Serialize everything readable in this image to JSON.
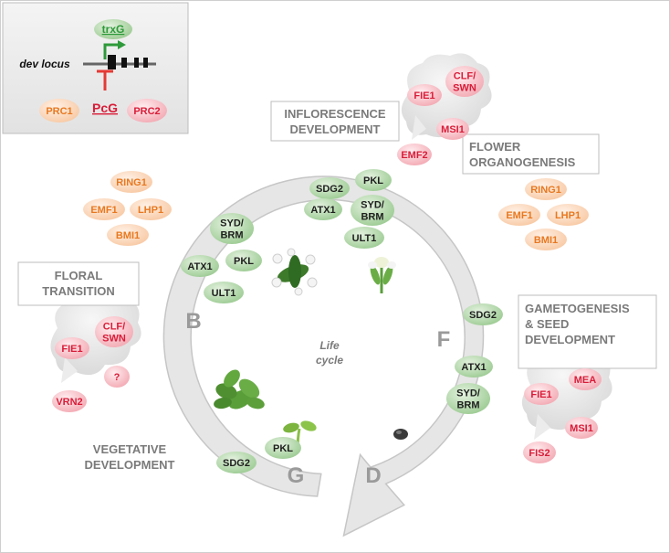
{
  "inset": {
    "locus_label": "dev locus",
    "trxg": "trxG",
    "pcg": "PcG",
    "prc1": "PRC1",
    "prc2": "PRC2"
  },
  "center": {
    "line1": "Life",
    "line2": "cycle"
  },
  "stages": {
    "inflorescence": [
      "INFLORESCENCE",
      "DEVELOPMENT"
    ],
    "flower": [
      "FLOWER",
      "ORGANOGENESIS"
    ],
    "floral": [
      "FLORAL",
      "TRANSITION"
    ],
    "gameto": [
      "GAMETOGENESIS",
      "& SEED",
      "DEVELOPMENT"
    ],
    "vegetative": [
      "VEGETATIVE",
      "DEVELOPMENT"
    ]
  },
  "letters": {
    "b": "B",
    "f": "F",
    "g": "G",
    "d": "D"
  },
  "green_proteins": {
    "inflorescence": [
      "SDG2",
      "PKL",
      "ATX1",
      "SYD/BRM",
      "ULT1"
    ],
    "floral": [
      "SYD/BRM",
      "ATX1",
      "PKL",
      "ULT1"
    ],
    "gameto": [
      "SDG2",
      "ATX1",
      "SYD/BRM"
    ],
    "vegetative": [
      "PKL",
      "SDG2"
    ]
  },
  "prc1_groups": {
    "top_left": [
      "RING1",
      "EMF1",
      "LHP1",
      "BMI1"
    ],
    "right": [
      "RING1",
      "EMF1",
      "LHP1",
      "BMI1"
    ]
  },
  "prc2_complexes": {
    "inflorescence": [
      "FIE1",
      "CLF/SWN",
      "MSI1",
      "EMF2"
    ],
    "floral": [
      "FIE1",
      "CLF/SWN",
      "?",
      "VRN2"
    ],
    "gameto": [
      "FIE1",
      "MEA",
      "MSI1",
      "FIS2"
    ]
  },
  "colors": {
    "green_fill": "#b5d9ae",
    "green_text": "#1e1e1e",
    "prc1_fill": "#fbd4b6",
    "prc1_text": "#e8781f",
    "prc2_fill": "#f7bcc3",
    "prc2_text": "#d91c38",
    "trxg_text": "#2e9a3a",
    "arrow_fill": "#e4e4e4",
    "label_gray": "#7a7a7a"
  }
}
